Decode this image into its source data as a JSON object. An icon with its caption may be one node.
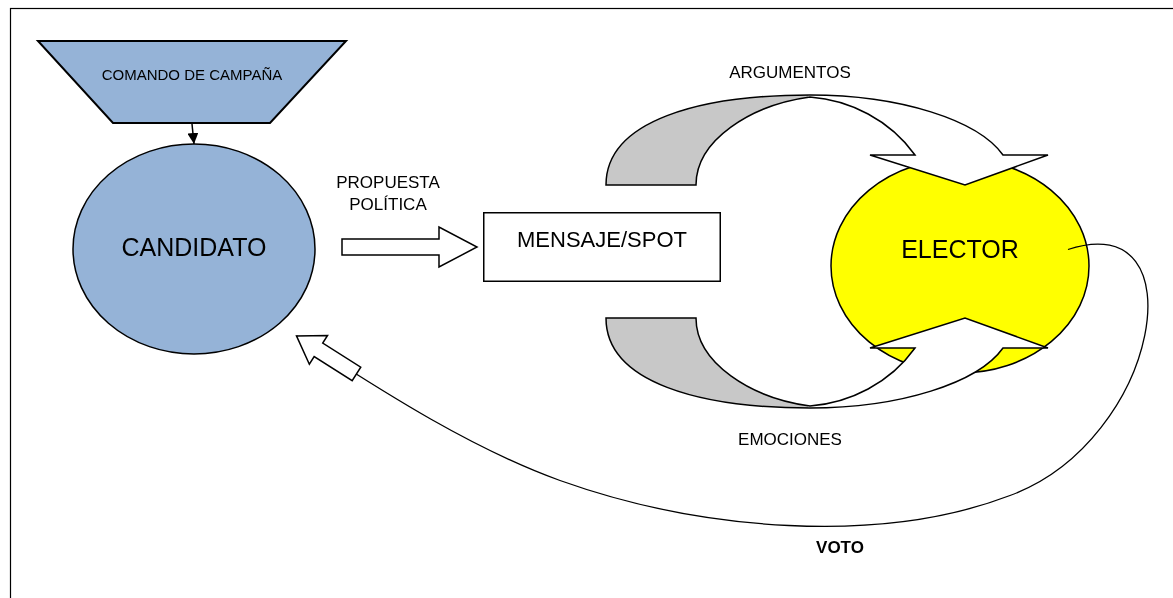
{
  "diagram": {
    "nodes": [
      {
        "text": [
          "COMANDO DE CAMPAÑA"
        ]
      },
      {
        "text": [
          "CANDIDATO"
        ]
      },
      {
        "text": [
          "MENSAJE/SPOT"
        ]
      },
      {
        "text": [
          "ELECTOR"
        ]
      }
    ],
    "edges": [
      {
        "from": 0,
        "to": 1,
        "arrow": "to"
      },
      {
        "from": 1,
        "to": 2,
        "arrow": "to",
        "label": "PROPUESTA POLÍTICA"
      },
      {
        "from": 2,
        "to": 3,
        "arrow": "to",
        "label": "ARGUMENTOS"
      },
      {
        "from": 2,
        "to": 3,
        "arrow": "to",
        "label": "EMOCIONES"
      },
      {
        "from": 3,
        "to": 1,
        "arrow": "to",
        "label": "VOTO"
      }
    ]
  }
}
